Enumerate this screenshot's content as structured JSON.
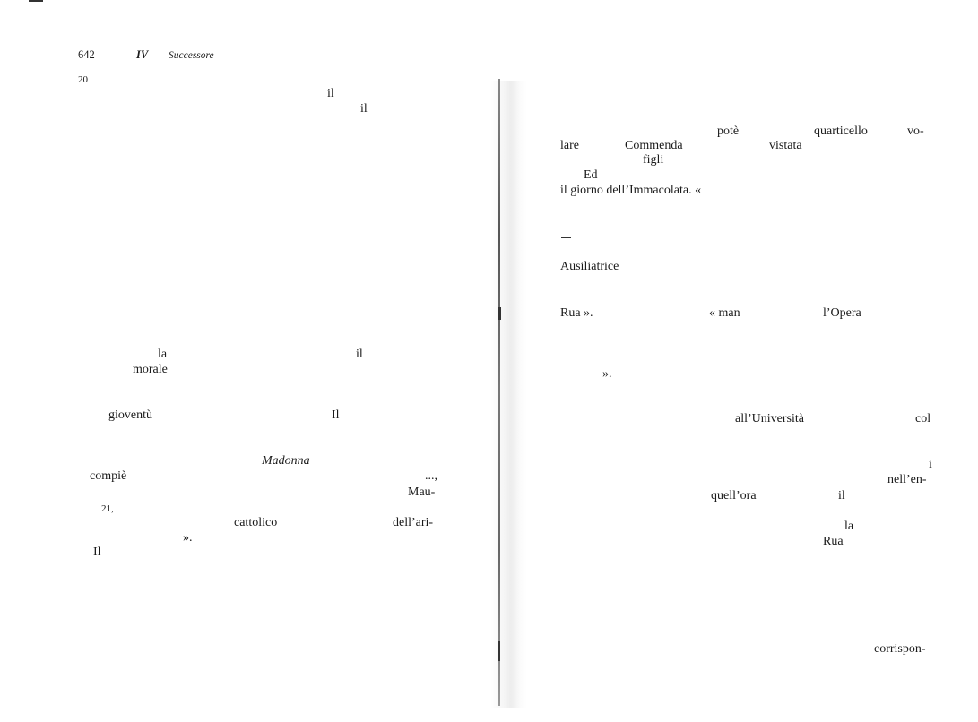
{
  "header": {
    "page_number": "642",
    "part": "IV",
    "running_title": "Successore"
  },
  "left_column": {
    "section_number": "20",
    "words": {
      "il_1": "il",
      "il_2": "il",
      "la": "la",
      "il_3": "il",
      "morale": "morale",
      "gioventu": "gioventù",
      "Il_1": "Il",
      "madonna": "Madonna",
      "compie": "compiè",
      "ellipsis": "...,",
      "mau": "Mau-",
      "section_21": "21,",
      "cattolico": "cattolico",
      "dellari": "dell’ari-",
      "close_quote": "».",
      "Il_2": "Il"
    }
  },
  "right_column": {
    "words": {
      "pote": "potè",
      "quarticello": "quarticello",
      "vo": "vo-",
      "lare": "lare",
      "commenda": "Commenda",
      "vistata": "vistata",
      "figli": "figli",
      "ed": "Ed",
      "giorno_line": "il giorno dell’Immacolata. «",
      "ausiliatrice": "Ausiliatrice",
      "rua_1": "Rua ».",
      "man": "« man",
      "lopera": "l’Opera",
      "close_quote": "».",
      "alluniversita": "all’Università",
      "col": "col",
      "i": "i",
      "nellen": "nell’en-",
      "quellora": "quell’ora",
      "il": "il",
      "la": "la",
      "rua_2": "Rua",
      "corrispon": "corrispon-"
    }
  },
  "colors": {
    "ink": "#1a1a1a",
    "paper": "#ffffff"
  }
}
